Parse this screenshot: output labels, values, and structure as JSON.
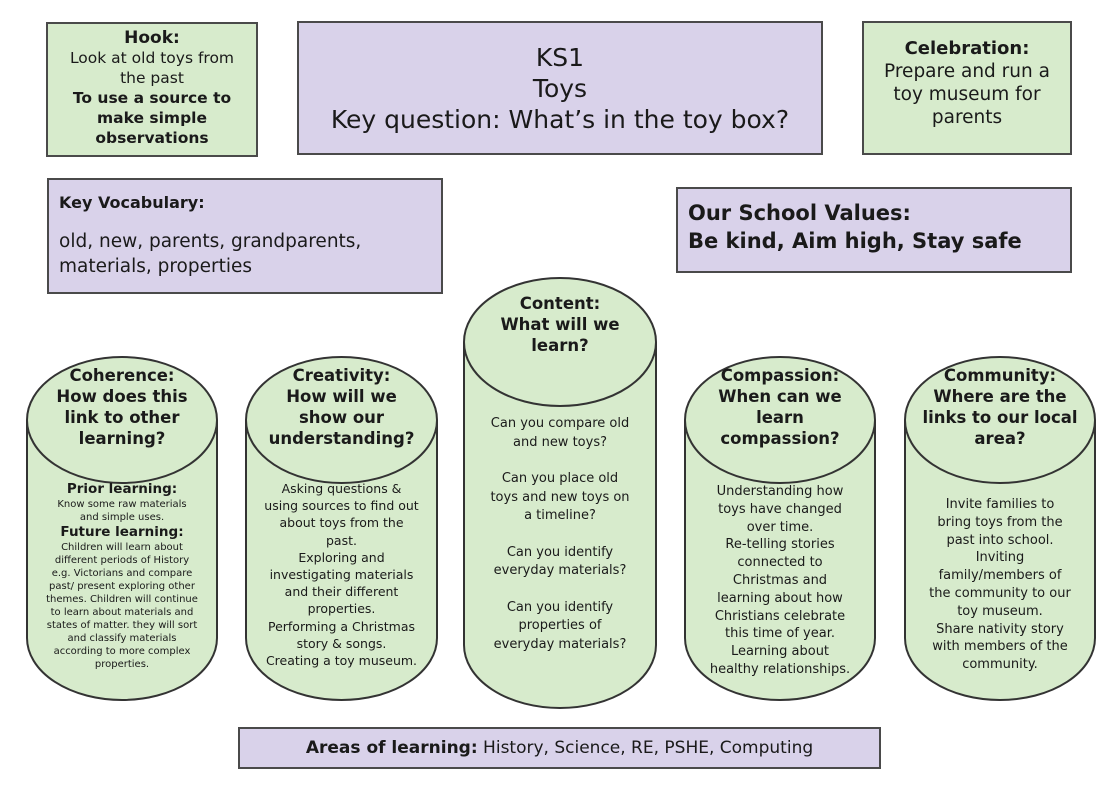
{
  "hook": {
    "heading": "Hook:",
    "line1": "Look at old toys from",
    "line2": "the past",
    "bold1": "To use a source to",
    "bold2": "make simple",
    "bold3": "observations"
  },
  "title": {
    "line1": "KS1",
    "line2": "Toys",
    "line3": "Key question: What’s in the toy box?"
  },
  "celebration": {
    "heading": "Celebration:",
    "line1": "Prepare and run a",
    "line2": "toy museum for",
    "line3": "parents"
  },
  "vocabulary": {
    "heading": "Key Vocabulary:",
    "line1": "old, new, parents, grandparents,",
    "line2": "materials, properties"
  },
  "values": {
    "line1": "Our School Values:",
    "line2": "Be kind, Aim high, Stay safe"
  },
  "coherence": {
    "heading": [
      "Coherence:",
      "How does this",
      "link to other",
      "learning?"
    ],
    "prior_heading": "Prior learning:",
    "prior_text": [
      "Know some raw materials",
      "and simple uses."
    ],
    "future_heading": "Future learning:",
    "future_text": [
      "Children will learn about",
      "different periods of History",
      "e.g. Victorians and compare",
      "past/ present exploring other",
      "themes. Children will continue",
      "to learn about materials and",
      "states of matter. they will sort",
      "and classify materials",
      "according to more complex",
      "properties."
    ]
  },
  "creativity": {
    "heading": [
      "Creativity:",
      "How will we",
      "show our",
      "understanding?"
    ],
    "text": [
      "Asking questions &",
      "using sources to find out",
      "about toys from the",
      "past.",
      "Exploring and",
      "investigating materials",
      "and their different",
      "properties.",
      "Performing a Christmas",
      "story & songs.",
      "Creating a toy museum."
    ]
  },
  "content": {
    "heading": [
      "Content:",
      "What will we",
      "learn?"
    ],
    "q1": [
      "Can you compare old",
      "and new toys?"
    ],
    "q2": [
      "Can you place old",
      "toys and new toys on",
      "a timeline?"
    ],
    "q3": [
      "Can you identify",
      "everyday materials?"
    ],
    "q4": [
      "Can you identify",
      "properties of",
      "everyday materials?"
    ]
  },
  "compassion": {
    "heading": [
      "Compassion:",
      "When can we",
      "learn",
      "compassion?"
    ],
    "text": [
      "Understanding how",
      "toys have changed",
      "over time.",
      "Re-telling stories",
      "connected to",
      "Christmas and",
      "learning about how",
      "Christians celebrate",
      "this time of year.",
      "Learning about",
      "healthy relationships."
    ]
  },
  "community": {
    "heading": [
      "Community:",
      "Where are the",
      "links to our local",
      "area?"
    ],
    "text": [
      "Invite families to",
      "bring toys from the",
      "past into school.",
      "Inviting",
      "family/members of",
      "the community to our",
      "toy museum.",
      "Share nativity story",
      "with members of the",
      "community."
    ]
  },
  "areas": {
    "label": "Areas of learning:",
    "text": " History, Science, RE, PSHE, Computing"
  }
}
